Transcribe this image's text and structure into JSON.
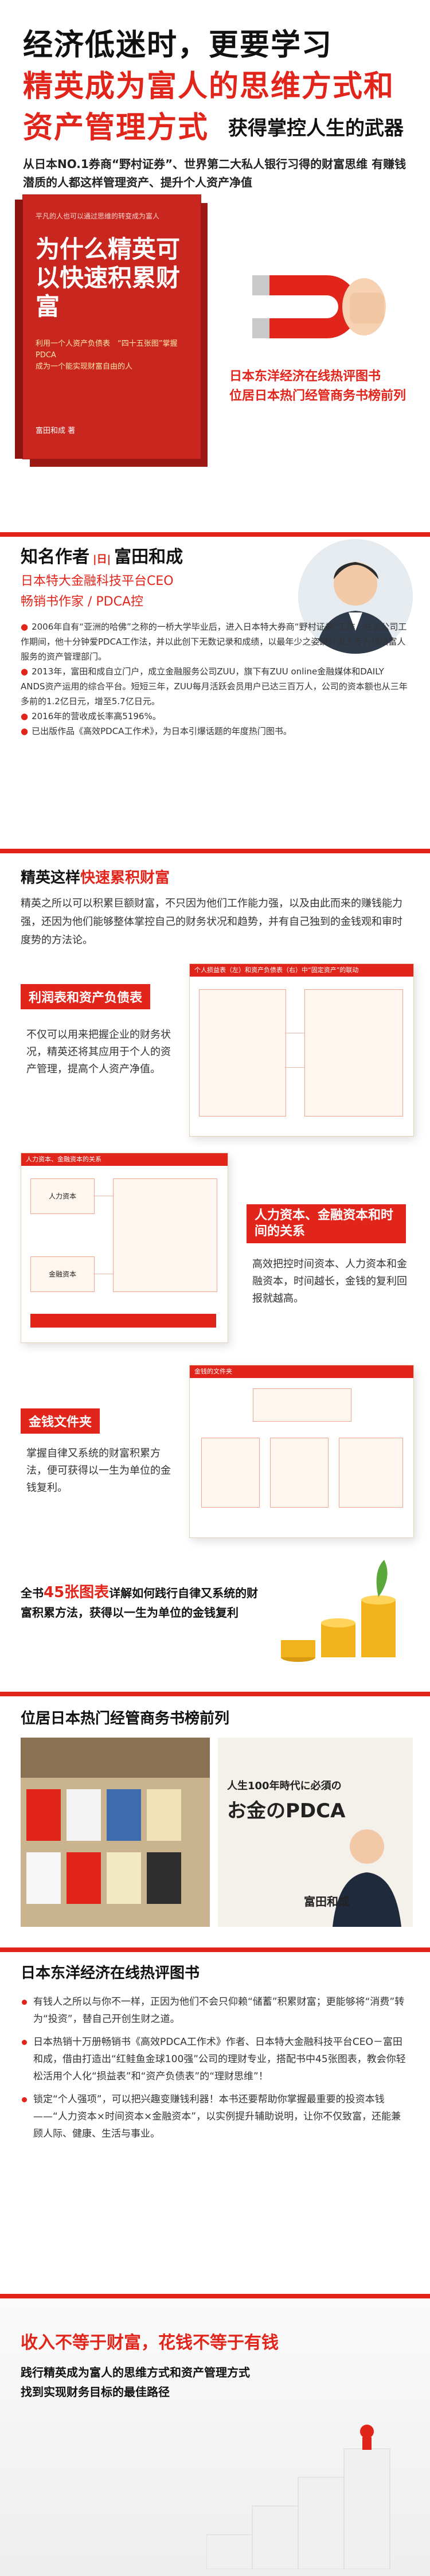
{
  "header": {
    "line1": "经济低迷时，更要学习",
    "line2": "精英成为富人的思维方式和",
    "line3": "资产管理方式",
    "line3_suffix": "获得掌控人生的武器",
    "intro": "从日本NO.1券商“野村证券”、世界第二大私人银行习得的财富思维 有赚钱潜质的人都这样管理资产、提升个人资产净值"
  },
  "book": {
    "top": "平凡的人也可以通过思维的转变成为富人",
    "title": "为什么精英可以快速积累财富",
    "subtitle": "利用一个人资产负债表　“四十五张图”掌握PDCA\n成为一个能实现财富自由的人",
    "author": "富田和成 著"
  },
  "rank": {
    "line1": "日本东洋经济在线热评图书",
    "line2": "位居日本热门经管商务书榜前列"
  },
  "author": {
    "label": "知名作者",
    "tag": "|日|",
    "name": "富田和成",
    "role1": "日本特大金融科技平台CEO",
    "role2": "畅销书作家 / PDCA控",
    "bio": [
      "2006年自有“亚洲的哈佛”之称的一桥大学毕业后，进入日本特大券商“野村证券”工作，在该公司工作期间，他十分钟爱PDCA工作法，并以此创下无数记录和成绩，以最年少之姿跳升进入专为顶级富人服务的资产管理部门。",
      "2013年，富田和成自立门户，成立金融服务公司ZUU，旗下有ZUU online金融媒体和DAILY ANDS资产运用的综合平台。短短三年，ZUU每月活跃会员用户已达三百万人，公司的资本额也从三年多前的1.2亿日元，增至5.7亿日元。",
      "2016年的营收成长率高5196%。",
      "已出版作品《高效PDCA工作术》，为日本引爆话题的年度热门图书。"
    ]
  },
  "wealth": {
    "title_a": "精英这样",
    "title_b": "快速累积财富",
    "para": "精英之所以可以积累巨额财富，不只因为他们工作能力强，以及由此而来的赚钱能力强，还因为他们能够整体掌控自己的财务状况和趋势，并有自己独到的金钱观和审时度势的方法论。",
    "tag1": "利润表和资产负债表",
    "text1": "不仅可以用来把握企业的财务状况，精英还将其应用于个人的资产管理，提高个人资产净值。",
    "tag2": "人力资本、金融资本和时间的关系",
    "text2": "高效把控时间资本、人力资本和金融资本，时间越长，金钱的复利回报就越高。",
    "tag3": "金钱文件夹",
    "text3": "掌握自律又系统的财富积累方法，便可获得以一生为单位的金钱复利。",
    "panel1_title": "个人损益表（左）和资产负债表（右）中“固定资产”的联动",
    "panel2_title": "人力资本、金融资本的关系",
    "panel3_title": "金钱的文件夹",
    "human_capital": "人力资本",
    "financial_capital": "金融资本"
  },
  "charts_note": {
    "prefix": "全书",
    "count": "45张图表",
    "rest": "详解如何践行自律又系统的财富积累方法，获得以一生为单位的金钱复利"
  },
  "bestseller": {
    "title": "位居日本热门经管商务书榜前列",
    "magazine_cover": "お金のPDCA",
    "magazine_line": "人生100年時代に必須の",
    "person_caption": "富田和成"
  },
  "review": {
    "title": "日本东洋经济在线热评图书",
    "items": [
      "有钱人之所以与你不一样，正因为他们不会只仰赖“储蓄”积累财富；更能够将“消费”转为“投资”，替自己开创生财之道。",
      "日本热销十万册畅销书《高效PDCA工作术》作者、日本特大金融科技平台CEO－富田和成，借由打造出“红鲑鱼金球100强”公司的理财专业，搭配书中45张图表，教会你轻松活用个人化“损益表”和“资产负债表”的“理财思维”！",
      "锁定“个人强项”，可以把兴趣变赚钱利器！本书还要帮助你掌握最重要的投资本钱——“人力资本×时间资本×金融资本”，以实例提升辅助说明，让你不仅致富，还能兼顾人际、健康、生活与事业。"
    ]
  },
  "footer": {
    "slogan_a": "收入不等于财富，",
    "slogan_b": "花钱不等于有钱",
    "line1": "践行精英成为富人的思维方式和资产管理方式",
    "line2": "找到实现财务目标的最佳路径"
  },
  "colors": {
    "accent": "#e1251b",
    "gold": "#f2b21b",
    "text": "#222222"
  }
}
